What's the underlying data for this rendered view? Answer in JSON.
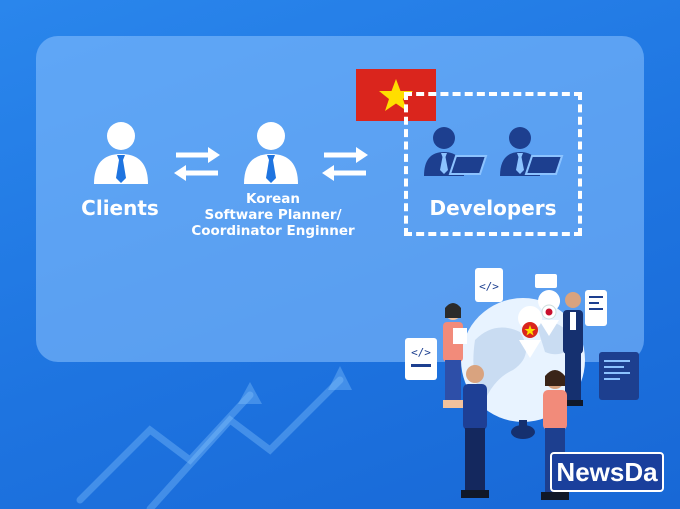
{
  "nodes": {
    "clients": "Clients",
    "coordinator_line1": "Korean",
    "coordinator_line2": "Software Planner/",
    "coordinator_line3": "Coordinator Enginner",
    "developers": "Developers"
  },
  "flag": {
    "country": "Vietnam",
    "bg": "#da251d",
    "star": "#ffde00"
  },
  "logo_text": "NewsDa",
  "colors": {
    "background": "#1e74e0",
    "panel": "#8cc3ff",
    "person_white": "#ffffff",
    "developer_navy": "#1d3f8f"
  }
}
